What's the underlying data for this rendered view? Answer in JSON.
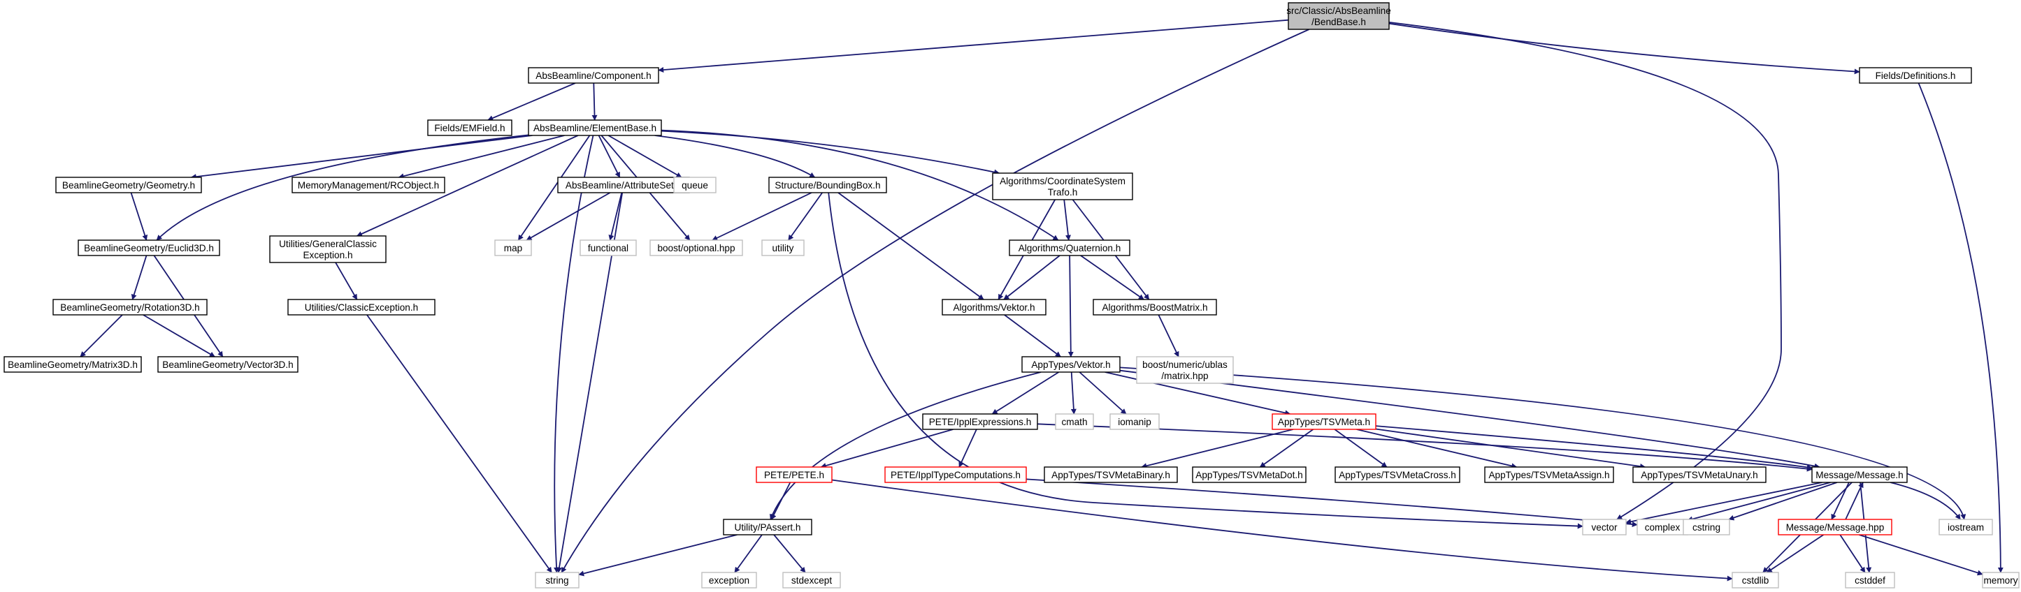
{
  "diagram": {
    "colors": {
      "edge": "#191970",
      "arrow": "#191970",
      "text": "#000000",
      "normal_border": "#000000",
      "system_border": "#bfbfbf",
      "system_text": "#000000",
      "truncated_border": "#ff0000",
      "root_fill": "#bfbfbf",
      "fill": "#ffffff"
    },
    "nodes": [
      {
        "id": "root",
        "lines": [
          "src/Classic/AbsBeamline",
          "/BendBase.h"
        ],
        "kind": "root"
      },
      {
        "id": "component",
        "lines": [
          "AbsBeamline/Component.h"
        ],
        "kind": "normal"
      },
      {
        "id": "fields_def",
        "lines": [
          "Fields/Definitions.h"
        ],
        "kind": "normal"
      },
      {
        "id": "emfield",
        "lines": [
          "Fields/EMField.h"
        ],
        "kind": "normal"
      },
      {
        "id": "elementbase",
        "lines": [
          "AbsBeamline/ElementBase.h"
        ],
        "kind": "normal"
      },
      {
        "id": "geometry",
        "lines": [
          "BeamlineGeometry/Geometry.h"
        ],
        "kind": "normal"
      },
      {
        "id": "rcobject",
        "lines": [
          "MemoryManagement/RCObject.h"
        ],
        "kind": "normal"
      },
      {
        "id": "attributeset",
        "lines": [
          "AbsBeamline/AttributeSet.h"
        ],
        "kind": "normal"
      },
      {
        "id": "queue",
        "lines": [
          "queue"
        ],
        "kind": "system"
      },
      {
        "id": "boundingbox",
        "lines": [
          "Structure/BoundingBox.h"
        ],
        "kind": "normal"
      },
      {
        "id": "coordtrafo",
        "lines": [
          "Algorithms/CoordinateSystem",
          "Trafo.h"
        ],
        "kind": "normal"
      },
      {
        "id": "euclid3d",
        "lines": [
          "BeamlineGeometry/Euclid3D.h"
        ],
        "kind": "normal"
      },
      {
        "id": "genclassicexc",
        "lines": [
          "Utilities/GeneralClassic",
          "Exception.h"
        ],
        "kind": "normal"
      },
      {
        "id": "map",
        "lines": [
          "map"
        ],
        "kind": "system"
      },
      {
        "id": "functional",
        "lines": [
          "functional"
        ],
        "kind": "system"
      },
      {
        "id": "boostoptional",
        "lines": [
          "boost/optional.hpp"
        ],
        "kind": "system"
      },
      {
        "id": "utility",
        "lines": [
          "utility"
        ],
        "kind": "system"
      },
      {
        "id": "quaternion",
        "lines": [
          "Algorithms/Quaternion.h"
        ],
        "kind": "normal"
      },
      {
        "id": "rotation3d",
        "lines": [
          "BeamlineGeometry/Rotation3D.h"
        ],
        "kind": "normal"
      },
      {
        "id": "classicexc",
        "lines": [
          "Utilities/ClassicException.h"
        ],
        "kind": "normal"
      },
      {
        "id": "algvektor",
        "lines": [
          "Algorithms/Vektor.h"
        ],
        "kind": "normal"
      },
      {
        "id": "boostmatrix",
        "lines": [
          "Algorithms/BoostMatrix.h"
        ],
        "kind": "normal"
      },
      {
        "id": "matrix3d",
        "lines": [
          "BeamlineGeometry/Matrix3D.h"
        ],
        "kind": "normal"
      },
      {
        "id": "vector3d",
        "lines": [
          "BeamlineGeometry/Vector3D.h"
        ],
        "kind": "normal"
      },
      {
        "id": "ublasmatrix",
        "lines": [
          "boost/numeric/ublas",
          "/matrix.hpp"
        ],
        "kind": "system"
      },
      {
        "id": "apptvektor",
        "lines": [
          "AppTypes/Vektor.h"
        ],
        "kind": "normal"
      },
      {
        "id": "ipplexpr",
        "lines": [
          "PETE/IpplExpressions.h"
        ],
        "kind": "normal"
      },
      {
        "id": "cmath",
        "lines": [
          "cmath"
        ],
        "kind": "system"
      },
      {
        "id": "iomanip",
        "lines": [
          "iomanip"
        ],
        "kind": "system"
      },
      {
        "id": "tsvmeta",
        "lines": [
          "AppTypes/TSVMeta.h"
        ],
        "kind": "truncated"
      },
      {
        "id": "pete",
        "lines": [
          "PETE/PETE.h"
        ],
        "kind": "truncated"
      },
      {
        "id": "ippltypecomp",
        "lines": [
          "PETE/IpplTypeComputations.h"
        ],
        "kind": "truncated"
      },
      {
        "id": "tsvbinary",
        "lines": [
          "AppTypes/TSVMetaBinary.h"
        ],
        "kind": "normal"
      },
      {
        "id": "tsvdot",
        "lines": [
          "AppTypes/TSVMetaDot.h"
        ],
        "kind": "normal"
      },
      {
        "id": "tsvcross",
        "lines": [
          "AppTypes/TSVMetaCross.h"
        ],
        "kind": "normal"
      },
      {
        "id": "tsvassign",
        "lines": [
          "AppTypes/TSVMetaAssign.h"
        ],
        "kind": "normal"
      },
      {
        "id": "tsvunary",
        "lines": [
          "AppTypes/TSVMetaUnary.h"
        ],
        "kind": "normal"
      },
      {
        "id": "message_h",
        "lines": [
          "Message/Message.h"
        ],
        "kind": "normal"
      },
      {
        "id": "passert",
        "lines": [
          "Utility/PAssert.h"
        ],
        "kind": "normal"
      },
      {
        "id": "vector",
        "lines": [
          "vector"
        ],
        "kind": "system"
      },
      {
        "id": "complex",
        "lines": [
          "complex"
        ],
        "kind": "system"
      },
      {
        "id": "cstring",
        "lines": [
          "cstring"
        ],
        "kind": "system"
      },
      {
        "id": "message_hpp",
        "lines": [
          "Message/Message.hpp"
        ],
        "kind": "truncated"
      },
      {
        "id": "iostream",
        "lines": [
          "iostream"
        ],
        "kind": "system"
      },
      {
        "id": "string",
        "lines": [
          "string"
        ],
        "kind": "system"
      },
      {
        "id": "exception",
        "lines": [
          "exception"
        ],
        "kind": "system"
      },
      {
        "id": "stdexcept",
        "lines": [
          "stdexcept"
        ],
        "kind": "system"
      },
      {
        "id": "cstdlib",
        "lines": [
          "cstdlib"
        ],
        "kind": "system"
      },
      {
        "id": "cstddef",
        "lines": [
          "cstddef"
        ],
        "kind": "system"
      },
      {
        "id": "memory",
        "lines": [
          "memory"
        ],
        "kind": "system"
      }
    ],
    "edges": [
      [
        "root",
        "component"
      ],
      [
        "root",
        "string"
      ],
      [
        "root",
        "vector"
      ],
      [
        "root",
        "fields_def"
      ],
      [
        "component",
        "emfield"
      ],
      [
        "component",
        "elementbase"
      ],
      [
        "fields_def",
        "memory"
      ],
      [
        "elementbase",
        "geometry"
      ],
      [
        "elementbase",
        "euclid3d"
      ],
      [
        "elementbase",
        "genclassicexc"
      ],
      [
        "elementbase",
        "rcobject"
      ],
      [
        "elementbase",
        "string"
      ],
      [
        "elementbase",
        "map"
      ],
      [
        "elementbase",
        "attributeset"
      ],
      [
        "elementbase",
        "queue"
      ],
      [
        "elementbase",
        "boostoptional"
      ],
      [
        "elementbase",
        "boundingbox"
      ],
      [
        "elementbase",
        "coordtrafo"
      ],
      [
        "elementbase",
        "quaternion"
      ],
      [
        "geometry",
        "euclid3d"
      ],
      [
        "euclid3d",
        "rotation3d"
      ],
      [
        "euclid3d",
        "vector3d"
      ],
      [
        "rotation3d",
        "matrix3d"
      ],
      [
        "rotation3d",
        "vector3d"
      ],
      [
        "genclassicexc",
        "classicexc"
      ],
      [
        "classicexc",
        "string"
      ],
      [
        "attributeset",
        "map"
      ],
      [
        "attributeset",
        "functional"
      ],
      [
        "attributeset",
        "string"
      ],
      [
        "boundingbox",
        "boostoptional"
      ],
      [
        "boundingbox",
        "utility"
      ],
      [
        "boundingbox",
        "algvektor"
      ],
      [
        "boundingbox",
        "vector"
      ],
      [
        "coordtrafo",
        "algvektor"
      ],
      [
        "coordtrafo",
        "quaternion"
      ],
      [
        "coordtrafo",
        "boostmatrix"
      ],
      [
        "quaternion",
        "algvektor"
      ],
      [
        "quaternion",
        "boostmatrix"
      ],
      [
        "quaternion",
        "apptvektor"
      ],
      [
        "algvektor",
        "apptvektor"
      ],
      [
        "boostmatrix",
        "ublasmatrix"
      ],
      [
        "apptvektor",
        "passert"
      ],
      [
        "apptvektor",
        "ipplexpr"
      ],
      [
        "apptvektor",
        "cmath"
      ],
      [
        "apptvektor",
        "iomanip"
      ],
      [
        "apptvektor",
        "tsvmeta"
      ],
      [
        "apptvektor",
        "message_h"
      ],
      [
        "apptvektor",
        "iostream"
      ],
      [
        "ipplexpr",
        "pete"
      ],
      [
        "ipplexpr",
        "ippltypecomp"
      ],
      [
        "ipplexpr",
        "message_h"
      ],
      [
        "tsvmeta",
        "tsvbinary"
      ],
      [
        "tsvmeta",
        "tsvdot"
      ],
      [
        "tsvmeta",
        "tsvcross"
      ],
      [
        "tsvmeta",
        "tsvassign"
      ],
      [
        "tsvmeta",
        "tsvunary"
      ],
      [
        "tsvmeta",
        "message_h"
      ],
      [
        "pete",
        "passert"
      ],
      [
        "pete",
        "cstdlib"
      ],
      [
        "ippltypecomp",
        "complex"
      ],
      [
        "passert",
        "string"
      ],
      [
        "passert",
        "exception"
      ],
      [
        "passert",
        "stdexcept"
      ],
      [
        "message_h",
        "vector"
      ],
      [
        "message_h",
        "complex"
      ],
      [
        "message_h",
        "cstring"
      ],
      [
        "message_h",
        "message_hpp"
      ],
      [
        "message_h",
        "iostream"
      ],
      [
        "message_h",
        "cstdlib"
      ],
      [
        "message_h",
        "cstddef"
      ],
      [
        "message_hpp",
        "message_h"
      ],
      [
        "message_hpp",
        "cstdlib"
      ],
      [
        "message_hpp",
        "cstddef"
      ],
      [
        "message_hpp",
        "memory"
      ]
    ]
  }
}
